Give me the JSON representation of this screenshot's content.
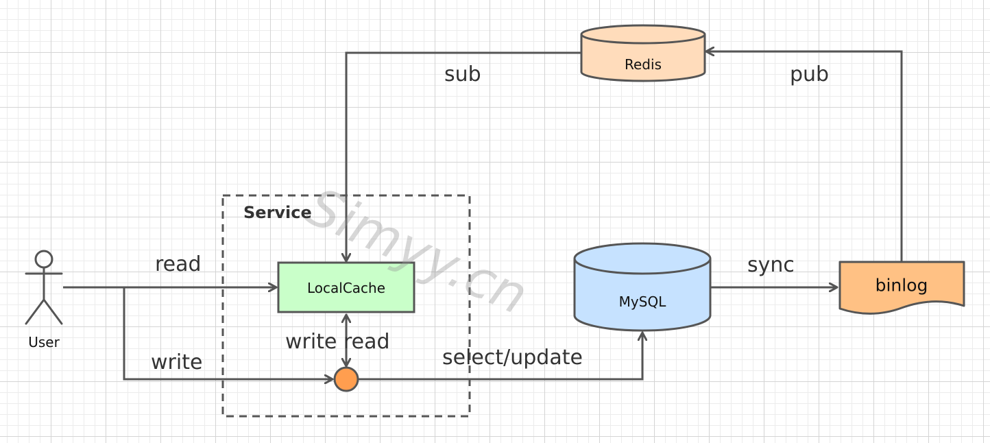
{
  "nodes": {
    "user": "User",
    "service": "Service",
    "local_cache": "LocalCache",
    "redis": "Redis",
    "mysql": "MySQL",
    "binlog": "binlog"
  },
  "edges": {
    "read": "read",
    "write": "write",
    "write_read": "write read",
    "select_update": "select/update",
    "sync": "sync",
    "pub": "pub",
    "sub": "sub"
  },
  "watermark": "Simyy.cn",
  "colors": {
    "stroke": "#555555",
    "local_cache_fill": "#c9ffc9",
    "redis_fill": "#ffdcbb",
    "mysql_fill": "#c6e2ff",
    "binlog_fill": "#ffc184",
    "junction_fill": "#ff9e4f"
  }
}
